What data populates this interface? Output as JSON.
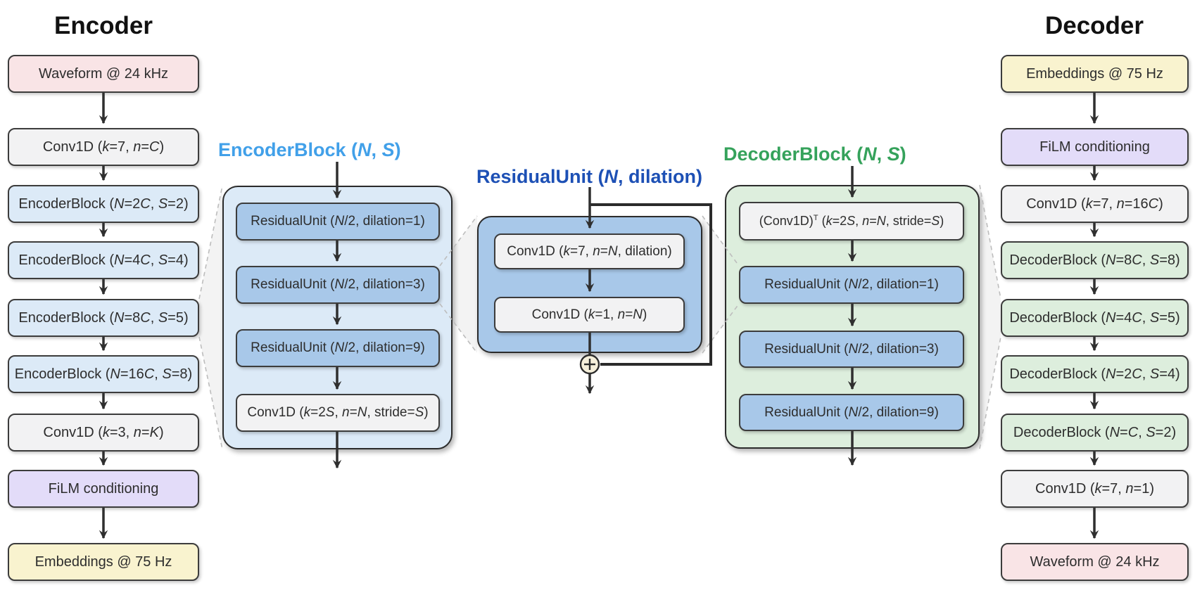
{
  "headings": {
    "encoder": "Encoder",
    "decoder": "Decoder"
  },
  "encoder_column": {
    "items": [
      {
        "label": "Waveform @ 24 kHz",
        "tone": "pink"
      },
      {
        "label": "Conv1D (k=7, n=C)",
        "tone": "gray"
      },
      {
        "label": "EncoderBlock (N=2C, S=2)",
        "tone": "blue-light"
      },
      {
        "label": "EncoderBlock (N=4C, S=4)",
        "tone": "blue-light"
      },
      {
        "label": "EncoderBlock (N=8C, S=5)",
        "tone": "blue-light"
      },
      {
        "label": "EncoderBlock (N=16C, S=8)",
        "tone": "blue-light"
      },
      {
        "label": "Conv1D (k=3, n=K)",
        "tone": "gray"
      },
      {
        "label": "FiLM conditioning",
        "tone": "purple"
      },
      {
        "label": "Embeddings @ 75 Hz",
        "tone": "yellow"
      }
    ]
  },
  "decoder_column": {
    "items": [
      {
        "label": "Embeddings @ 75 Hz",
        "tone": "yellow"
      },
      {
        "label": "FiLM conditioning",
        "tone": "purple"
      },
      {
        "label": "Conv1D (k=7, n=16C)",
        "tone": "gray"
      },
      {
        "label": "DecoderBlock (N=8C, S=8)",
        "tone": "green"
      },
      {
        "label": "DecoderBlock (N=4C, S=5)",
        "tone": "green"
      },
      {
        "label": "DecoderBlock (N=2C, S=4)",
        "tone": "green"
      },
      {
        "label": "DecoderBlock (N=C, S=2)",
        "tone": "green"
      },
      {
        "label": "Conv1D (k=7, n=1)",
        "tone": "gray"
      },
      {
        "label": "Waveform @ 24 kHz",
        "tone": "pink"
      }
    ]
  },
  "encoder_block": {
    "title": "EncoderBlock (N, S)",
    "items": [
      "ResidualUnit (N/2, dilation=1)",
      "ResidualUnit (N/2, dilation=3)",
      "ResidualUnit (N/2, dilation=9)",
      "Conv1D (k=2S, n=N, stride=S)"
    ]
  },
  "residual_unit": {
    "title": "ResidualUnit (N, dilation)",
    "items": [
      "Conv1D (k=7, n=N, dilation)",
      "Conv1D (k=1, n=N)"
    ],
    "sum_symbol": "+"
  },
  "decoder_block": {
    "title": "DecoderBlock (N, S)",
    "items": [
      "(Conv1D)^T (k=2S, n=N, stride=S)",
      "ResidualUnit (N/2, dilation=1)",
      "ResidualUnit (N/2, dilation=3)",
      "ResidualUnit (N/2, dilation=9)"
    ]
  },
  "colors": {
    "box_pink": "#f9e4e6",
    "box_gray": "#f2f2f3",
    "box_blue_light": "#dceaf7",
    "box_blue_mid": "#a8c8e9",
    "box_green": "#ddeedd",
    "box_purple": "#e3dcf9",
    "box_yellow": "#f9f3cf",
    "title_encoder_block": "#41a0e9",
    "title_residual_unit": "#1d50b5",
    "title_decoder_block": "#35a25b",
    "line": "#2f2f2f"
  }
}
